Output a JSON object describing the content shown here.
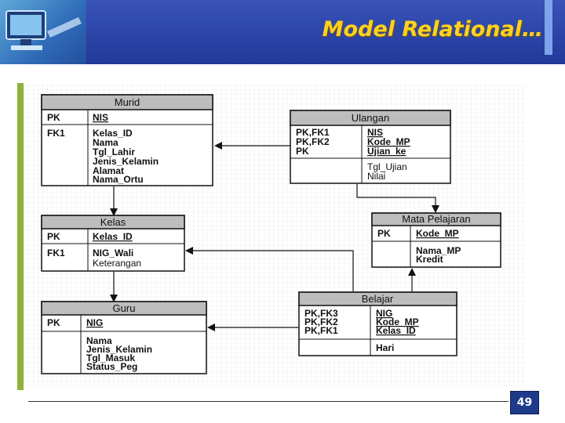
{
  "slide": {
    "title": "Model Relational…",
    "page_number": "49"
  },
  "colors": {
    "header": "#2b44a6",
    "title": "#ffd21f",
    "accent_bar": "#8fb23a",
    "page_badge": "#1e3a8a",
    "entity_header": "#bdbdbd"
  },
  "entities": {
    "murid": {
      "name": "Murid",
      "key_rows": [
        {
          "key": "PK",
          "fields": [
            "NIS"
          ]
        },
        {
          "key": "FK1",
          "fields": [
            "Kelas_ID",
            "Nama",
            "Tgl_Lahir",
            "Jenis_Kelamin",
            "Alamat",
            "Nama_Ortu"
          ]
        }
      ]
    },
    "ulangan": {
      "name": "Ulangan",
      "keys": [
        "PK,FK1",
        "PK,FK2",
        "PK"
      ],
      "key_fields": [
        "NIS",
        "Kode_MP",
        "Ujian_ke"
      ],
      "attributes": [
        "Tgl_Ujian",
        "Nilai"
      ]
    },
    "kelas": {
      "name": "Kelas",
      "pk": "PK",
      "pk_field": "Kelas_ID",
      "fk": "FK1",
      "fk_fields": [
        "NIG_Wali",
        "Keterangan"
      ]
    },
    "mata_pelajaran": {
      "name": "Mata Pelajaran",
      "pk": "PK",
      "pk_field": "Kode_MP",
      "attributes": [
        "Nama_MP",
        "Kredit"
      ]
    },
    "guru": {
      "name": "Guru",
      "pk": "PK",
      "pk_field": "NIG",
      "attributes": [
        "Nama",
        "Jenis_Kelamin",
        "Tgl_Masuk",
        "Status_Peg"
      ]
    },
    "belajar": {
      "name": "Belajar",
      "keys": [
        "PK,FK3",
        "PK,FK2",
        "PK,FK1"
      ],
      "key_fields": [
        "NIG",
        "Kode_MP",
        "Kelas_ID"
      ],
      "attributes": [
        "Hari"
      ]
    }
  }
}
